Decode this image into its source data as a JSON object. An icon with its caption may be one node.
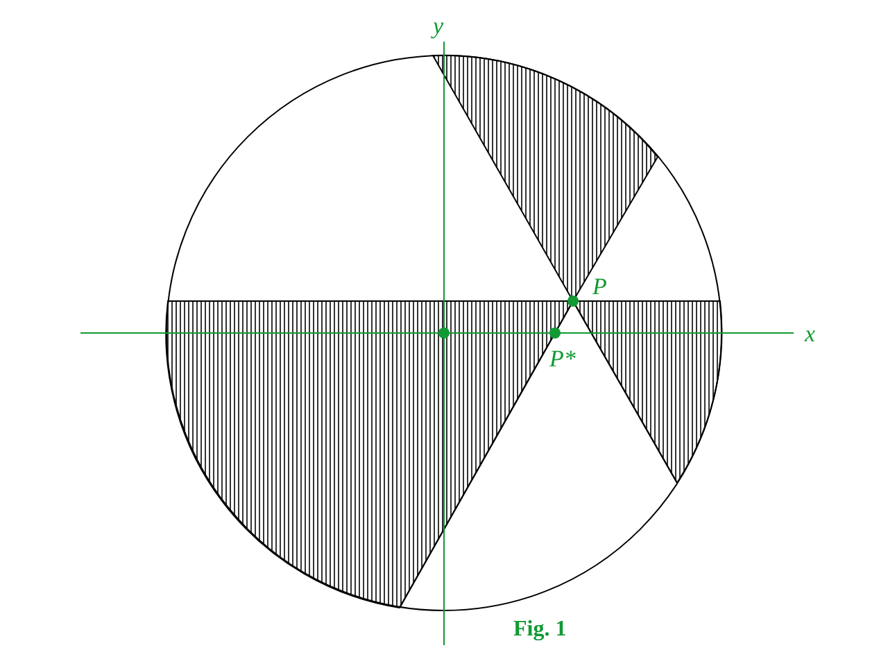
{
  "diagram": {
    "caption": "Fig. 1",
    "labels": [
      "y",
      "P",
      "x",
      "P*"
    ]
  }
}
